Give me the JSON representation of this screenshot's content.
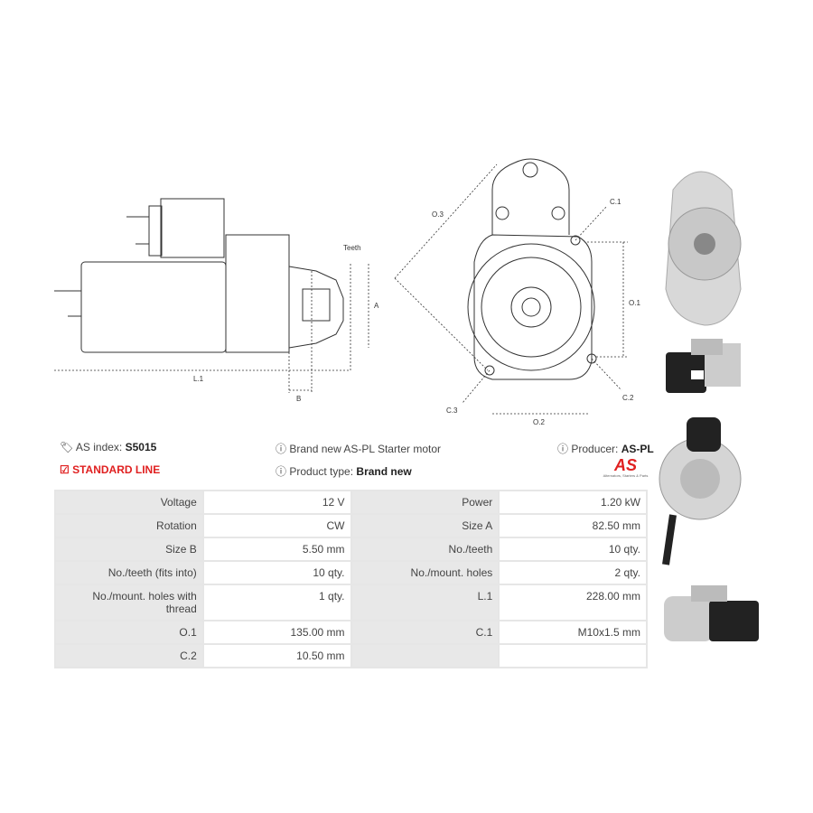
{
  "diagram_labels": {
    "teeth": "Teeth",
    "a": "A",
    "l1": "L.1",
    "b": "B",
    "o3": "O.3",
    "c1": "C.1",
    "o1": "O.1",
    "c2": "C.2",
    "c3": "C.3",
    "o2": "O.2"
  },
  "info": {
    "as_index_label": "AS index:",
    "as_index_value": "S5015",
    "line": "STANDARD LINE",
    "description": "Brand new AS-PL Starter motor",
    "product_type_label": "Product type:",
    "product_type_value": "Brand new",
    "producer_label": "Producer:",
    "producer_value": "AS-PL",
    "logo_text": "AS",
    "logo_tagline": "Alternators, Starters & Parts"
  },
  "specs": [
    [
      "Voltage",
      "12 V",
      "Power",
      "1.20 kW"
    ],
    [
      "Rotation",
      "CW",
      "Size A",
      "82.50 mm"
    ],
    [
      "Size B",
      "5.50 mm",
      "No./teeth",
      "10 qty."
    ],
    [
      "No./teeth (fits into)",
      "10 qty.",
      "No./mount. holes",
      "2 qty."
    ],
    [
      "No./mount. holes with thread",
      "1 qty.",
      "L.1",
      "228.00 mm"
    ],
    [
      "O.1",
      "135.00 mm",
      "C.1",
      "M10x1.5 mm"
    ],
    [
      "C.2",
      "10.50 mm",
      "",
      ""
    ]
  ],
  "colors": {
    "accent": "#e02020",
    "table_key_bg": "#e8e8e8"
  }
}
